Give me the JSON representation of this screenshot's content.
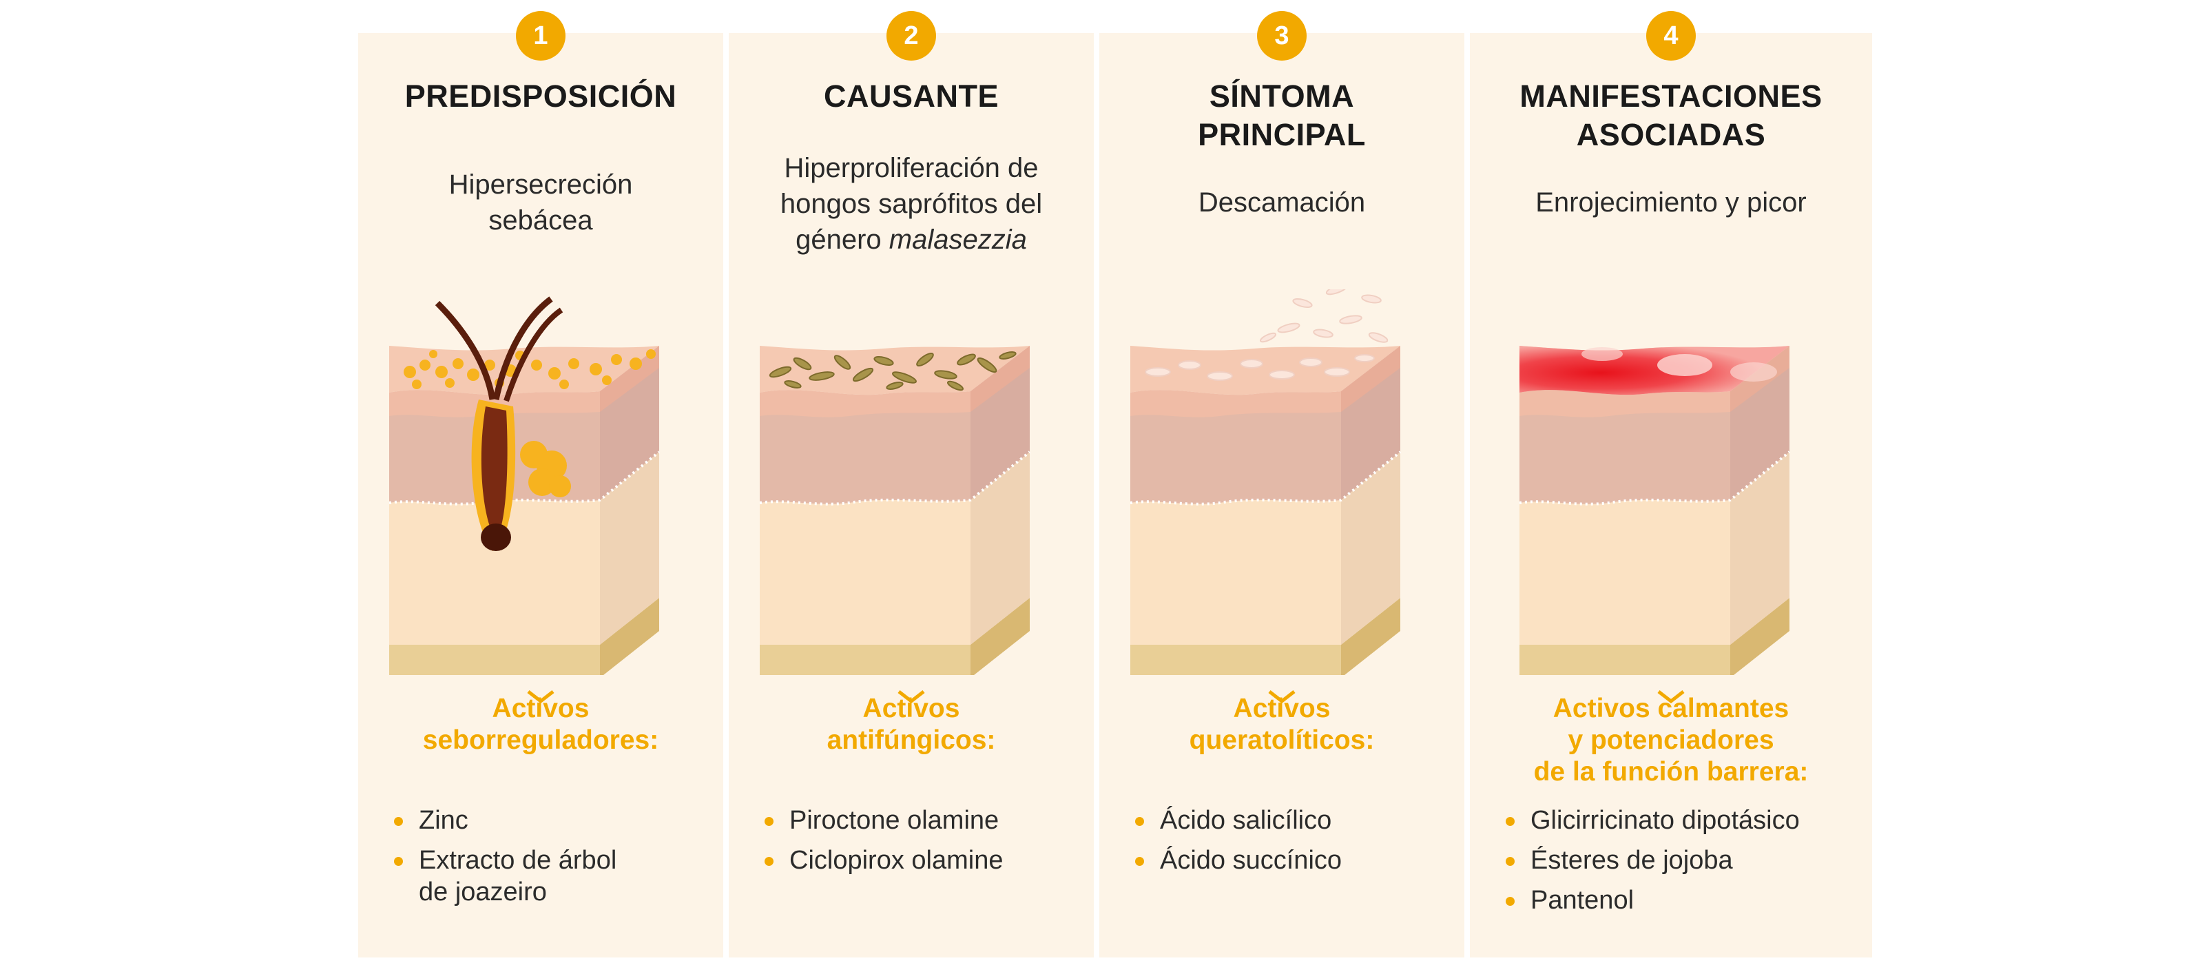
{
  "accent_color": "#f2a900",
  "panel_color": "#fdf4e7",
  "columns": [
    {
      "number": "1",
      "title": [
        "PREDISPOSICIÓN"
      ],
      "description": [
        "Hipersecreción",
        "sebácea"
      ],
      "illustration": "skin-with-hair-follicle-and-sebaceous-gland",
      "actives": [
        "Activos",
        "seborreguladores:"
      ],
      "items": [
        [
          "Zinc"
        ],
        [
          "Extracto de árbol",
          "de joazeiro"
        ]
      ]
    },
    {
      "number": "2",
      "title": [
        "CAUSANTE"
      ],
      "description": [
        "Hiperproliferación de",
        "hongos saprófitos del"
      ],
      "description_last_plain": "género ",
      "description_last_italic": "malasezzia",
      "illustration": "skin-with-malassezia-fungi",
      "actives": [
        "Activos",
        "antifúngicos:"
      ],
      "items": [
        [
          "Piroctone olamine"
        ],
        [
          "Ciclopirox olamine"
        ]
      ]
    },
    {
      "number": "3",
      "title": [
        "SÍNTOMA",
        "PRINCIPAL"
      ],
      "description": [
        "Descamación"
      ],
      "illustration": "skin-with-flaking-scales",
      "actives": [
        "Activos",
        "queratolíticos:"
      ],
      "items": [
        [
          "Ácido salicílico"
        ],
        [
          "Ácido succínico"
        ]
      ]
    },
    {
      "number": "4",
      "title": [
        "MANIFESTACIONES",
        "ASOCIADAS"
      ],
      "description": [
        "Enrojecimiento y picor"
      ],
      "illustration": "skin-with-redness",
      "actives": [
        "Activos calmantes",
        "y potenciadores",
        "de la función barrera:"
      ],
      "items": [
        [
          "Glicirricinato dipotásico"
        ],
        [
          "Ésteres de jojoba"
        ],
        [
          "Pantenol"
        ]
      ]
    }
  ]
}
